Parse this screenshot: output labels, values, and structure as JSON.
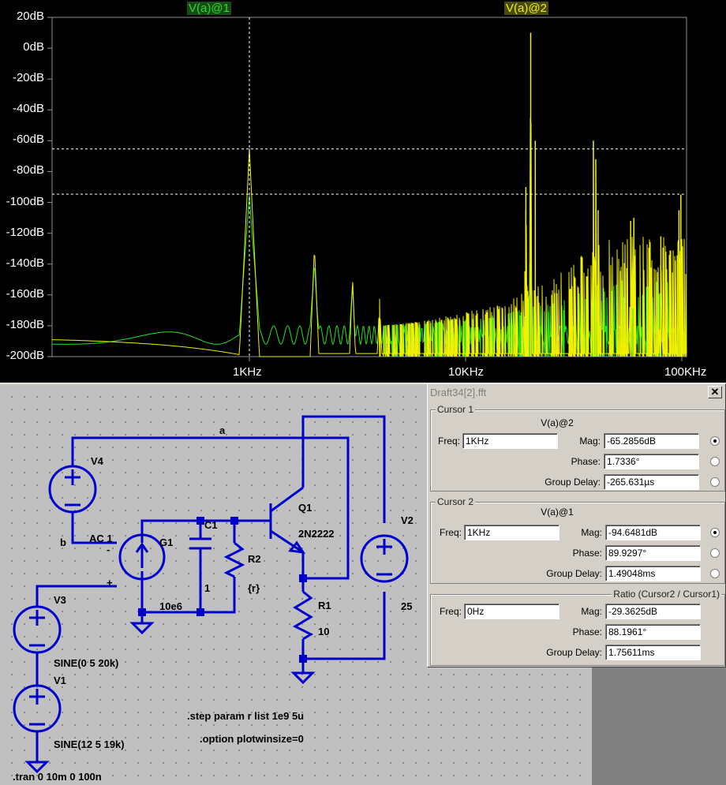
{
  "plot": {
    "traces": [
      {
        "label": "V(a)@1",
        "color": "#22e022"
      },
      {
        "label": "V(a)@2",
        "color": "#f0f000"
      }
    ],
    "y_axis_labels": [
      "20dB",
      "0dB",
      "-20dB",
      "-40dB",
      "-60dB",
      "-80dB",
      "-100dB",
      "-120dB",
      "-140dB",
      "-160dB",
      "-180dB",
      "-200dB"
    ],
    "x_axis_labels": [
      "1KHz",
      "10KHz",
      "100KHz"
    ]
  },
  "dialog": {
    "title": "Draft34[2].fft",
    "close_label": "✕",
    "cursor1": {
      "legend": "Cursor 1",
      "trace": "V(a)@2",
      "freq_label": "Freq:",
      "freq": "1KHz",
      "mag_label": "Mag:",
      "mag": "-65.2856dB",
      "phase_label": "Phase:",
      "phase": "1.7336°",
      "gd_label": "Group Delay:",
      "gd": "-265.631µs"
    },
    "cursor2": {
      "legend": "Cursor 2",
      "trace": "V(a)@1",
      "freq_label": "Freq:",
      "freq": "1KHz",
      "mag_label": "Mag:",
      "mag": "-94.6481dB",
      "phase_label": "Phase:",
      "phase": "89.9297°",
      "gd_label": "Group Delay:",
      "gd": "1.49048ms"
    },
    "ratio": {
      "legend": "Ratio (Cursor2 / Cursor1)",
      "freq_label": "Freq:",
      "freq": "0Hz",
      "mag_label": "Mag:",
      "mag": "-29.3625dB",
      "phase_label": "Phase:",
      "phase": "88.1961°",
      "gd_label": "Group Delay:",
      "gd": "1.75611ms"
    }
  },
  "schematic": {
    "net_a": "a",
    "net_b": "b",
    "v4": "V4",
    "v4_value": "AC 1",
    "g1": "G1",
    "g1_value": "10e6",
    "c1": "C1",
    "c1_value": "1",
    "r2": "R2",
    "r2_value": "{r}",
    "q1": "Q1",
    "q1_model": "2N2222",
    "r1": "R1",
    "r1_value": "10",
    "v2": "V2",
    "v2_value": "25",
    "v3": "V3",
    "v3_value": "SINE(0 5 20k)",
    "v1": "V1",
    "v1_value": "SINE(12 5 19k)",
    "directive_step": ".step param r list 1e9 5u",
    "directive_option": ".option plotwinsize=0",
    "directive_tran": ".tran 0 10m 0 100n",
    "pin_minus": "-",
    "pin_plus": "+"
  }
}
